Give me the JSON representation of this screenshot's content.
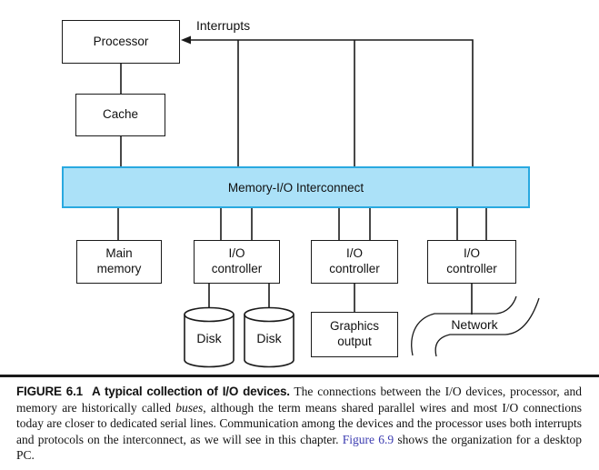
{
  "diagram": {
    "interrupts_label": "Interrupts",
    "nodes": {
      "processor": "Processor",
      "cache": "Cache",
      "interconnect": "Memory-I/O Interconnect",
      "main_memory": "Main memory",
      "io_controller_1": "I/O controller",
      "io_controller_2": "I/O controller",
      "io_controller_3": "I/O controller",
      "disk_1": "Disk",
      "disk_2": "Disk",
      "graphics_output": "Graphics output",
      "network": "Network"
    },
    "colors": {
      "interconnect_fill": "#abe1f8",
      "interconnect_border": "#29a9e0",
      "line": "#1a1a1a",
      "link": "#3b3bb0"
    }
  },
  "caption": {
    "figure_label": "FIGURE 6.1",
    "figure_title": "A typical collection of I/O devices.",
    "body_1": "The connections between the I/O devices, processor, and memory are historically called ",
    "emphasis": "buses",
    "body_2": ", although the term means shared parallel wires and most I/O connections today are closer to dedicated serial lines. Communication among the devices and the processor uses both interrupts and protocols on the interconnect, as we will see in this chapter. ",
    "link": "Figure 6.9",
    "body_3": " shows the organization for a desktop PC."
  }
}
